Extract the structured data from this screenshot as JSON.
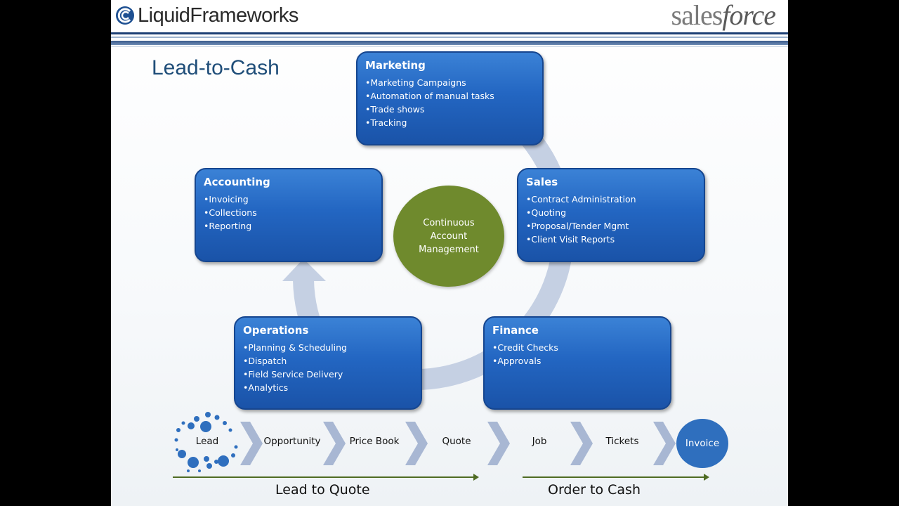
{
  "header": {
    "left_logo": "LiquidFrameworks",
    "right_logo_a": "sales",
    "right_logo_b": "force"
  },
  "title": "Lead-to-Cash",
  "boxes": {
    "marketing": {
      "title": "Marketing",
      "items": [
        "Marketing Campaigns",
        "Automation of manual tasks",
        "Trade shows",
        "Tracking"
      ]
    },
    "sales": {
      "title": "Sales",
      "items": [
        "Contract Administration",
        "Quoting",
        "Proposal/Tender Mgmt",
        "Client Visit Reports"
      ]
    },
    "finance": {
      "title": "Finance",
      "items": [
        "Credit Checks",
        "Approvals"
      ]
    },
    "operations": {
      "title": "Operations",
      "items": [
        "Planning & Scheduling",
        "Dispatch",
        "Field Service Delivery",
        "Analytics"
      ]
    },
    "accounting": {
      "title": "Accounting",
      "items": [
        "Invoicing",
        "Collections",
        "Reporting"
      ]
    }
  },
  "center": "Continuous\nAccount\nManagement",
  "process": {
    "steps": [
      "Lead",
      "Opportunity",
      "Price Book",
      "Quote",
      "Job",
      "Tickets",
      "Invoice"
    ],
    "phase_left": "Lead to Quote",
    "phase_right": "Order to Cash"
  },
  "colors": {
    "box_blue": "#2366c2",
    "center_green": "#6f8a2d",
    "cycle_arrow": "#c5d0e3",
    "title_blue": "#1f4e79",
    "invoice_blue": "#2f6fbe"
  }
}
